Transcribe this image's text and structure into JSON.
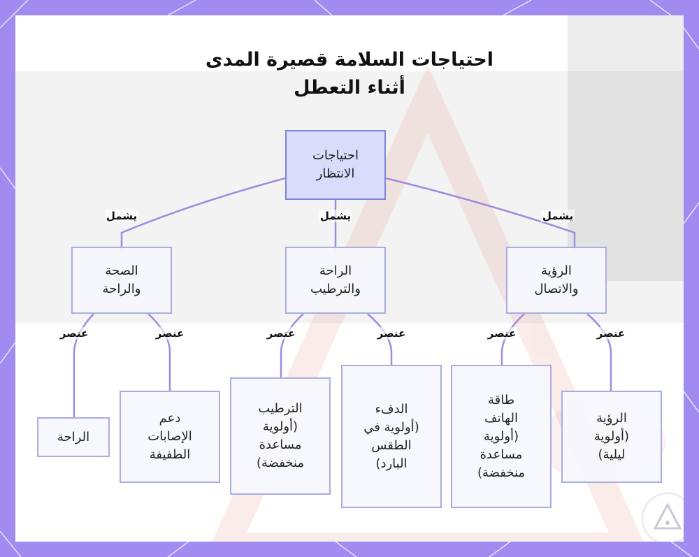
{
  "title": {
    "line1": "احتياجات السلامة قصيرة المدى",
    "line2": "أثناء التعطل"
  },
  "nodes": {
    "root": "احتياجات\nالانتظار",
    "health": "الصحة\nوالراحة",
    "comfort": "الراحة\nوالترطيب",
    "visibility": "الرؤية\nوالاتصال",
    "rest": "الراحة",
    "first_aid": "دعم\nالإصابات\nالطفيفة",
    "hydration": "الترطيب\n(أولوية\nمساعدة\nمنخفضة)",
    "warmth": "الدفء\n(أولوية في\nالطقس\nالبارد)",
    "phone_power": "طاقة\nالهاتف\n(أولوية\nمساعدة\nمنخفضة)",
    "night_visibility": "الرؤية\n(أولوية\nليلية)"
  },
  "edge_labels": {
    "includes": "يشمل",
    "item": "عنصر"
  },
  "colors": {
    "frame": "#a08cf0",
    "edge": "#a08ae0",
    "root_fill": "#d9dcfb",
    "node_border": "#a9aee2"
  }
}
